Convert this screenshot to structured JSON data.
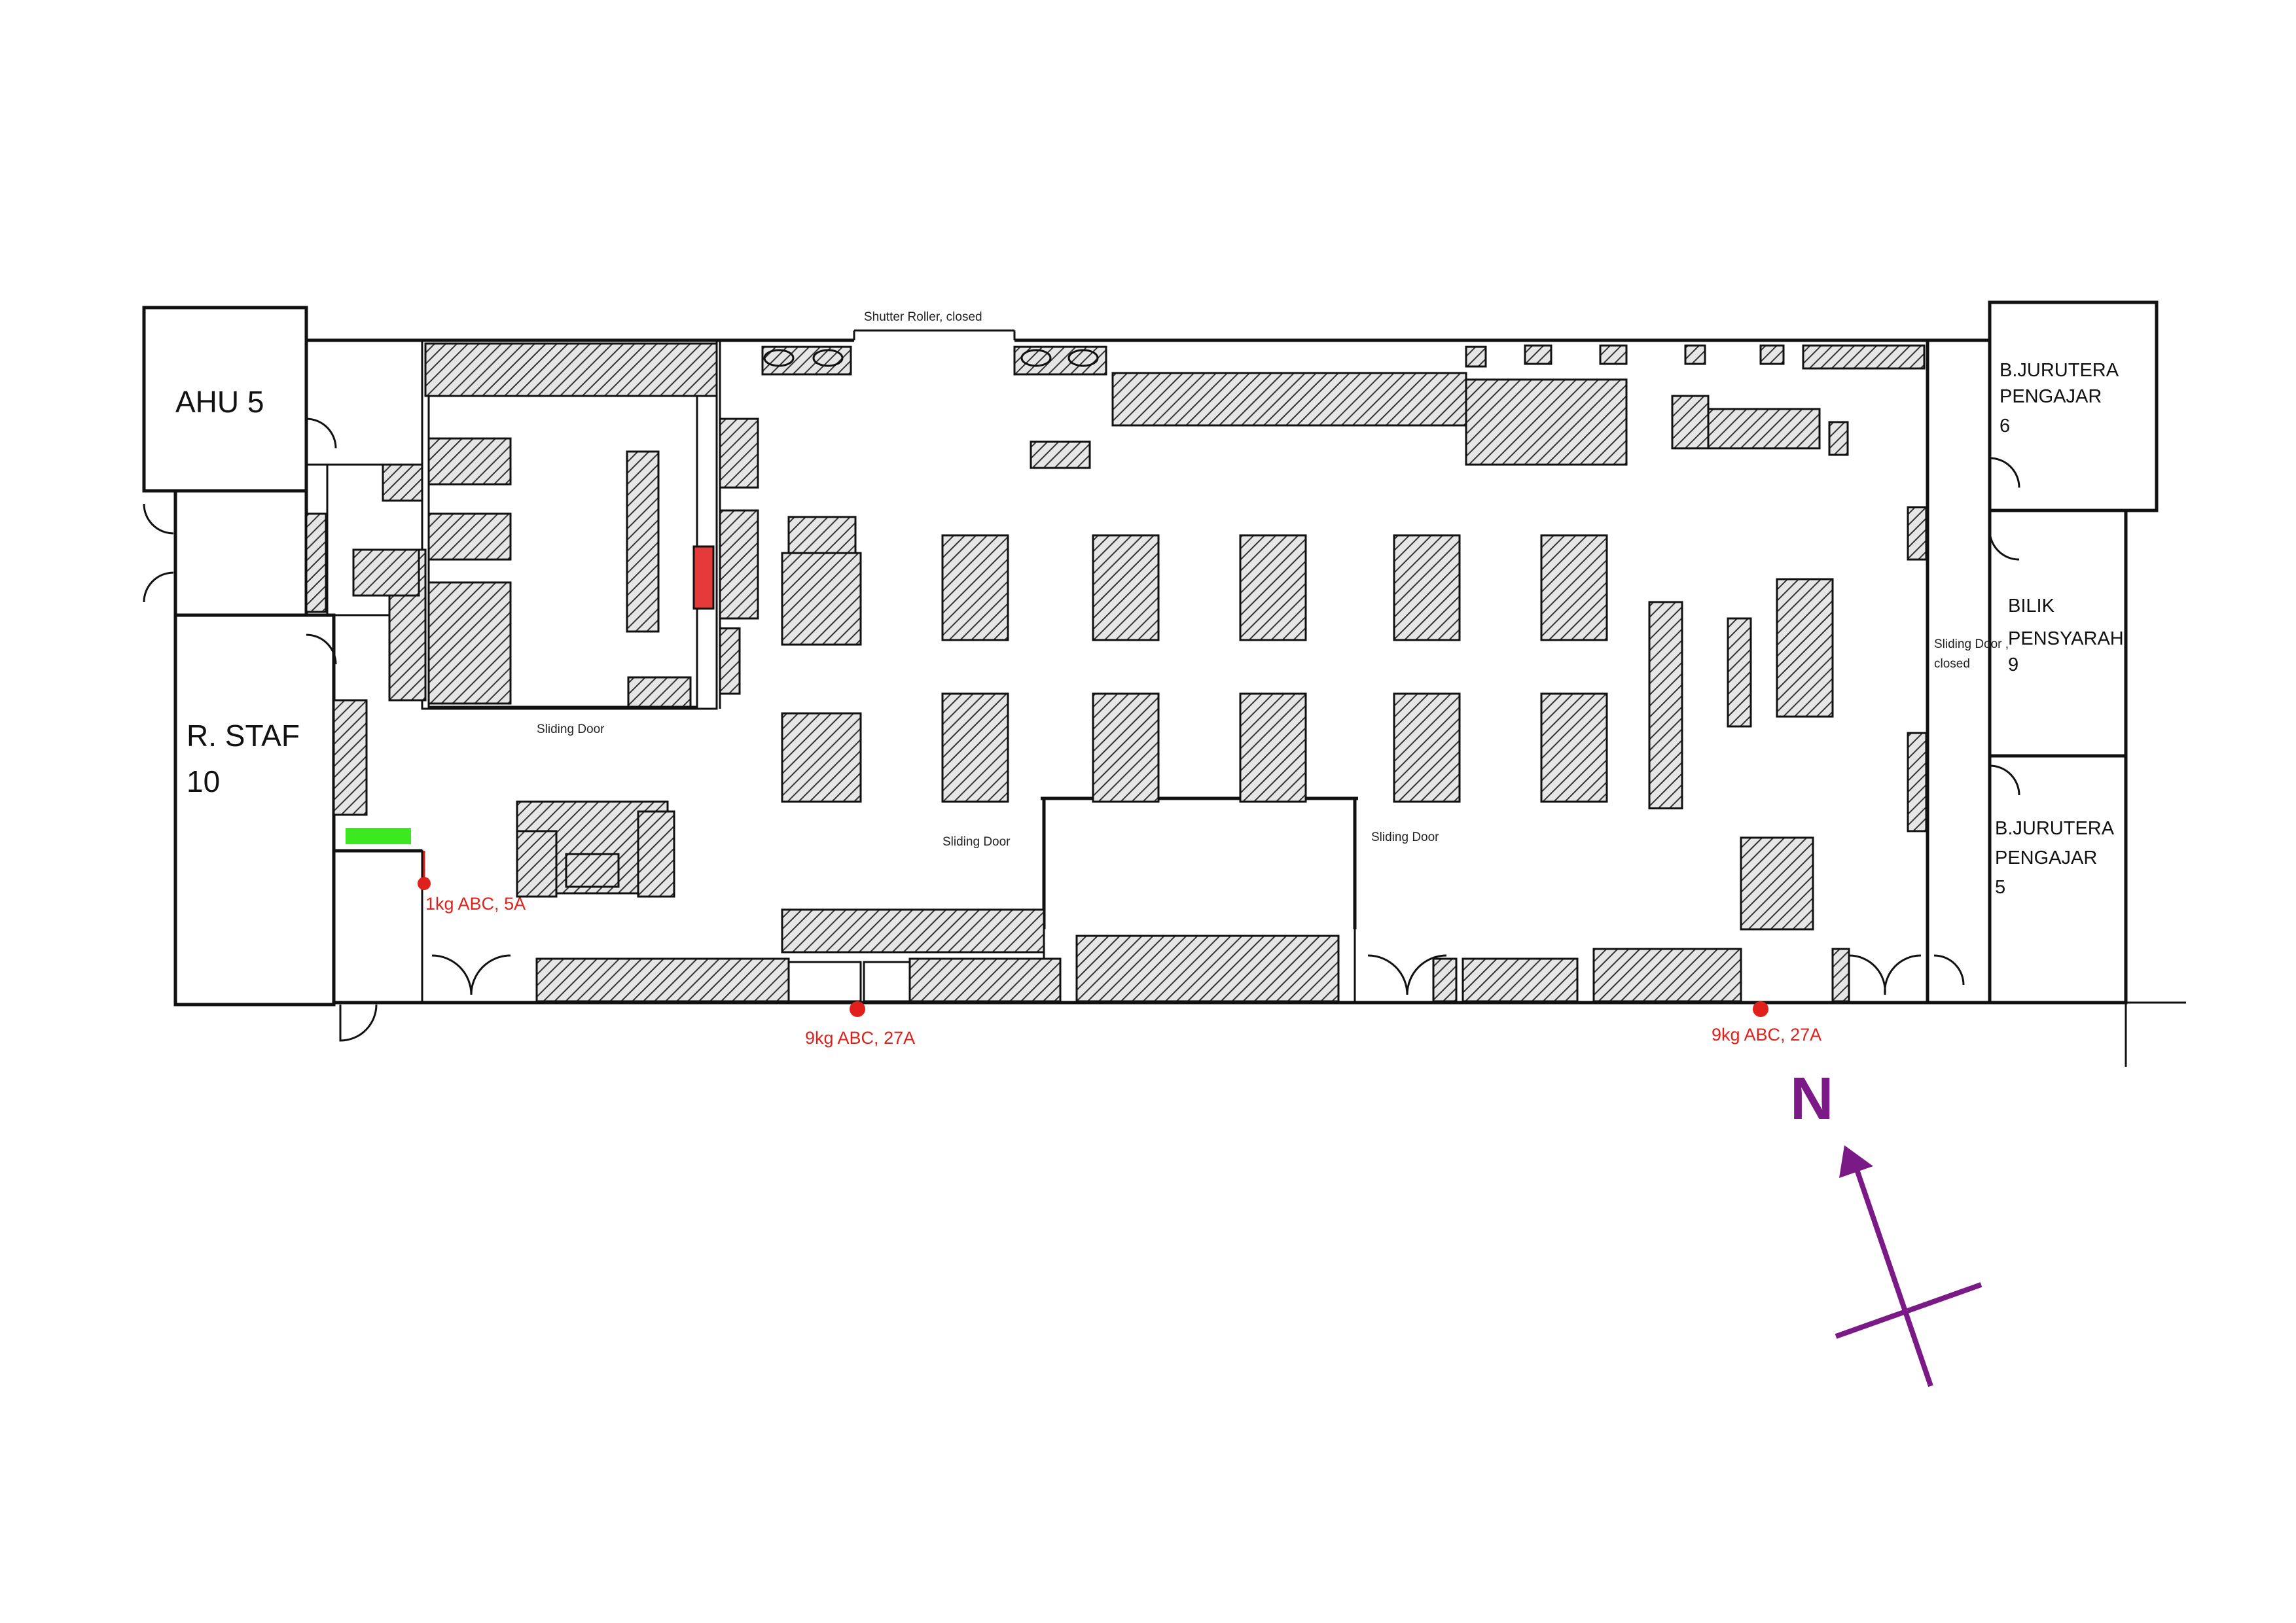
{
  "rooms": {
    "ahu": "AHU 5",
    "staff_name": "R. STAF",
    "staff_number": "10",
    "jurutera6_line1": "B.JURUTERA",
    "jurutera6_line2": "PENGAJAR",
    "jurutera6_number": "6",
    "pensyarah_line1": "BILIK",
    "pensyarah_line2": "PENSYARAH",
    "pensyarah_number": "9",
    "jurutera5_line1": "B.JURUTERA",
    "jurutera5_line2": "PENGAJAR",
    "jurutera5_number": "5"
  },
  "doors": {
    "shutter": "Shutter Roller, closed",
    "sliding_inner": "Sliding Door",
    "sliding_left": "Sliding Door",
    "sliding_right": "Sliding Door",
    "sliding_east_line1": "Sliding Door ,",
    "sliding_east_line2": "closed"
  },
  "extinguishers": {
    "ext1": "1kg ABC, 5A",
    "ext2": "9kg ABC, 27A",
    "ext3": "9kg ABC, 27A"
  },
  "compass": {
    "label": "N"
  },
  "colors": {
    "extinguisher": "#e0201b",
    "compass": "#7b1a86",
    "green_marker": "#3ce91f",
    "red_marker": "#e53a3a"
  }
}
